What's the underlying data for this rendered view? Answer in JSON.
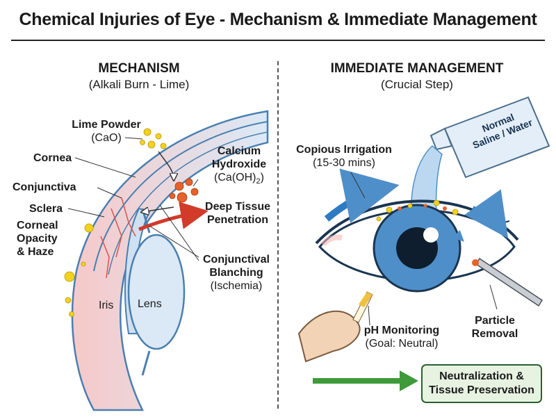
{
  "title": "Chemical Injuries of Eye - Mechanism & Immediate Management",
  "mechanism": {
    "heading": "MECHANISM",
    "subheading": "(Alkali Burn - Lime)",
    "labels": {
      "lime_title": "Lime Powder",
      "lime_formula": "(CaO)",
      "cornea": "Cornea",
      "conjunctiva": "Conjunctiva",
      "sclera": "Sclera",
      "opacity_1": "Corneal",
      "opacity_2": "Opacity",
      "opacity_3": "& Haze",
      "iris": "Iris",
      "lens": "Lens",
      "caoh_1": "Calcium",
      "caoh_2": "Hydroxide",
      "caoh_formula_pre": "(Ca(OH)",
      "caoh_formula_sub": "2",
      "caoh_formula_post": ")",
      "deep_1": "Deep Tissue",
      "deep_2": "Penetration",
      "blanch_1": "Conjunctival",
      "blanch_2": "Blanching",
      "blanch_3": "(Ischemia)"
    }
  },
  "management": {
    "heading": "IMMEDIATE MANAGEMENT",
    "subheading": "(Crucial Step)",
    "labels": {
      "bottle_1": "Normal",
      "bottle_2": "Saline / Water",
      "irrigation_title": "Copious Irrigation",
      "irrigation_time": "(15-30 mins)",
      "ph_title": "pH Monitoring",
      "ph_goal": "(Goal: Neutral)",
      "particle_1": "Particle",
      "particle_2": "Removal",
      "result_1": "Neutralization &",
      "result_2": "Tissue Preservation"
    }
  },
  "colors": {
    "eye_blue": "#4f8fc9",
    "tissue_blue": "#dbe9f6",
    "lime_yellow": "#f2d21b",
    "caoh_orange": "#e7612a",
    "arrow_red": "#d23a2a",
    "arrow_blue": "#2f7bc3",
    "arrow_green": "#3f9a3a"
  }
}
